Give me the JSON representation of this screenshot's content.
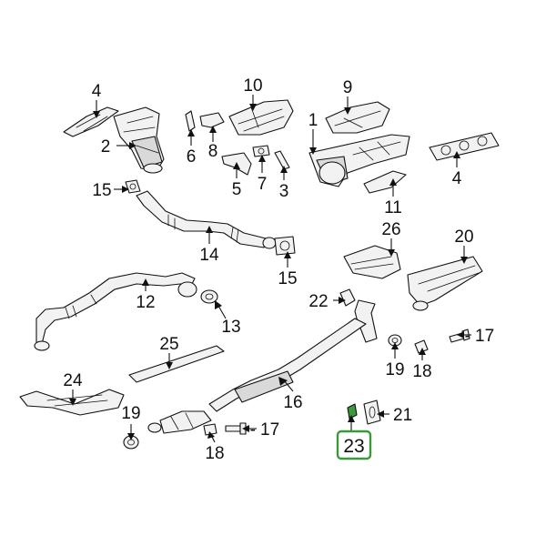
{
  "callouts": {
    "c1": "1",
    "c2": "2",
    "c3": "3",
    "c4a": "4",
    "c4b": "4",
    "c5": "5",
    "c6": "6",
    "c7": "7",
    "c8": "8",
    "c9": "9",
    "c10": "10",
    "c11": "11",
    "c12": "12",
    "c13": "13",
    "c14": "14",
    "c15a": "15",
    "c15b": "15",
    "c16": "16",
    "c17a": "17",
    "c17b": "17",
    "c18a": "18",
    "c18b": "18",
    "c19a": "19",
    "c19b": "19",
    "c20": "20",
    "c21": "21",
    "c22": "22",
    "c23": "23",
    "c24": "24",
    "c25": "25",
    "c26": "26"
  },
  "highlight": {
    "part": "23",
    "color": "#3a9a3a"
  }
}
